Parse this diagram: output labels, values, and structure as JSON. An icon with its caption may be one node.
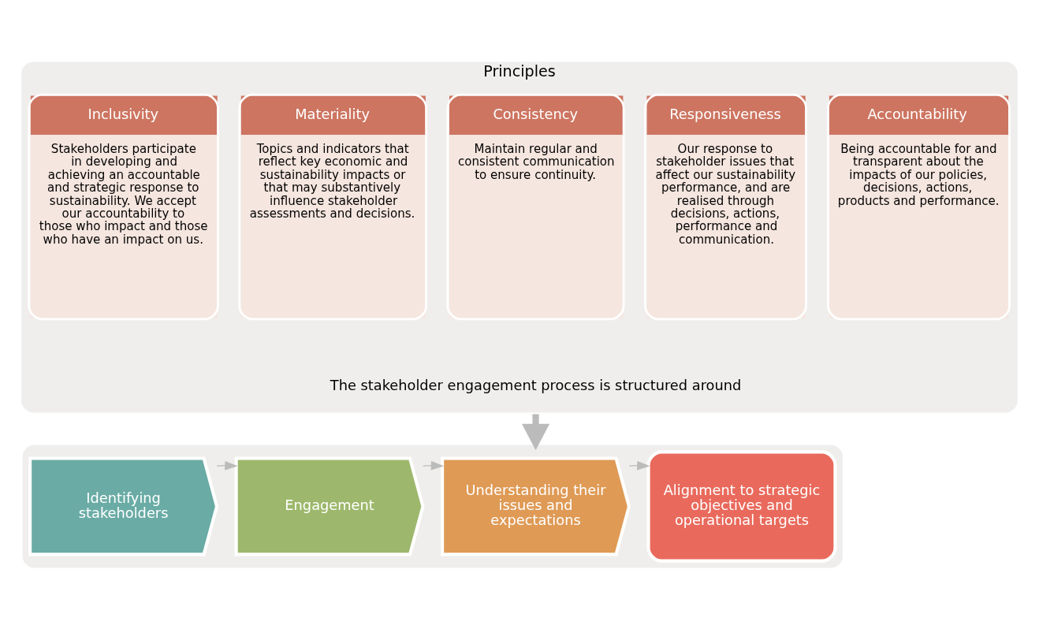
{
  "diagram": {
    "nodes": [
      {
        "text": [
          "Principles",
          "The stakeholder engagement process is structured around"
        ]
      },
      {
        "text": [
          "Inclusivity",
          "Stakeholders participate in developing and achieving an accountable and strategic response to sustainability. We accept our accountability to those who impact and those who have an impact on us."
        ],
        "in": 0
      },
      {
        "text": [
          "Materiality",
          "Topics and indicators that reflect key economic and sustainability impacts or that may substantively influence stakeholder assessments and decisions."
        ],
        "in": 0
      },
      {
        "text": [
          "Consistency",
          "Maintain regular and consistent communication to ensure continuity."
        ],
        "in": 0
      },
      {
        "text": [
          "Responsiveness",
          "Our response to stakeholder issues that affect our sustainability performance, and are realised through decisions, actions, performance and communication."
        ],
        "in": 0
      },
      {
        "text": [
          "Accountability",
          "Being accountable for and transparent about the impacts of our policies, decisions, actions, products and performance."
        ],
        "in": 0
      },
      {
        "text": [],
        "shape": "box"
      },
      {
        "text": [
          "Identifying stakeholders"
        ],
        "in": 6
      },
      {
        "text": [
          "Engagement"
        ],
        "in": 6
      },
      {
        "text": [
          "Understanding their issues and expectations"
        ],
        "in": 6
      },
      {
        "text": [
          "Alignment to strategic objectives and operational targets"
        ],
        "in": 6
      }
    ],
    "edges": [
      {
        "from": 0,
        "to": 6,
        "arrow": "to",
        "style": "thick"
      },
      {
        "from": 7,
        "to": 8,
        "arrow": "to"
      },
      {
        "from": 8,
        "to": 9,
        "arrow": "to"
      },
      {
        "from": 9,
        "to": 10,
        "arrow": "to"
      }
    ]
  }
}
